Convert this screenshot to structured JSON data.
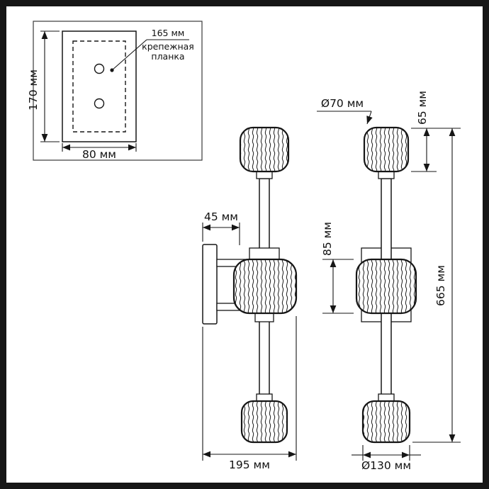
{
  "drawing": {
    "inset": {
      "height": "170 мм",
      "width": "80 мм",
      "plate_dim": "165 мм",
      "plate_caption": [
        "крепежная",
        "планка"
      ]
    },
    "side_view": {
      "wall_offset": "45 мм",
      "depth": "195 мм"
    },
    "front_view": {
      "top_shade_diameter": "Ø70 мм",
      "top_shade_height": "65 мм",
      "middle_shade_height": "85 мм",
      "total_height": "665 мм",
      "bottom_shade_diameter": "Ø130 мм"
    }
  }
}
